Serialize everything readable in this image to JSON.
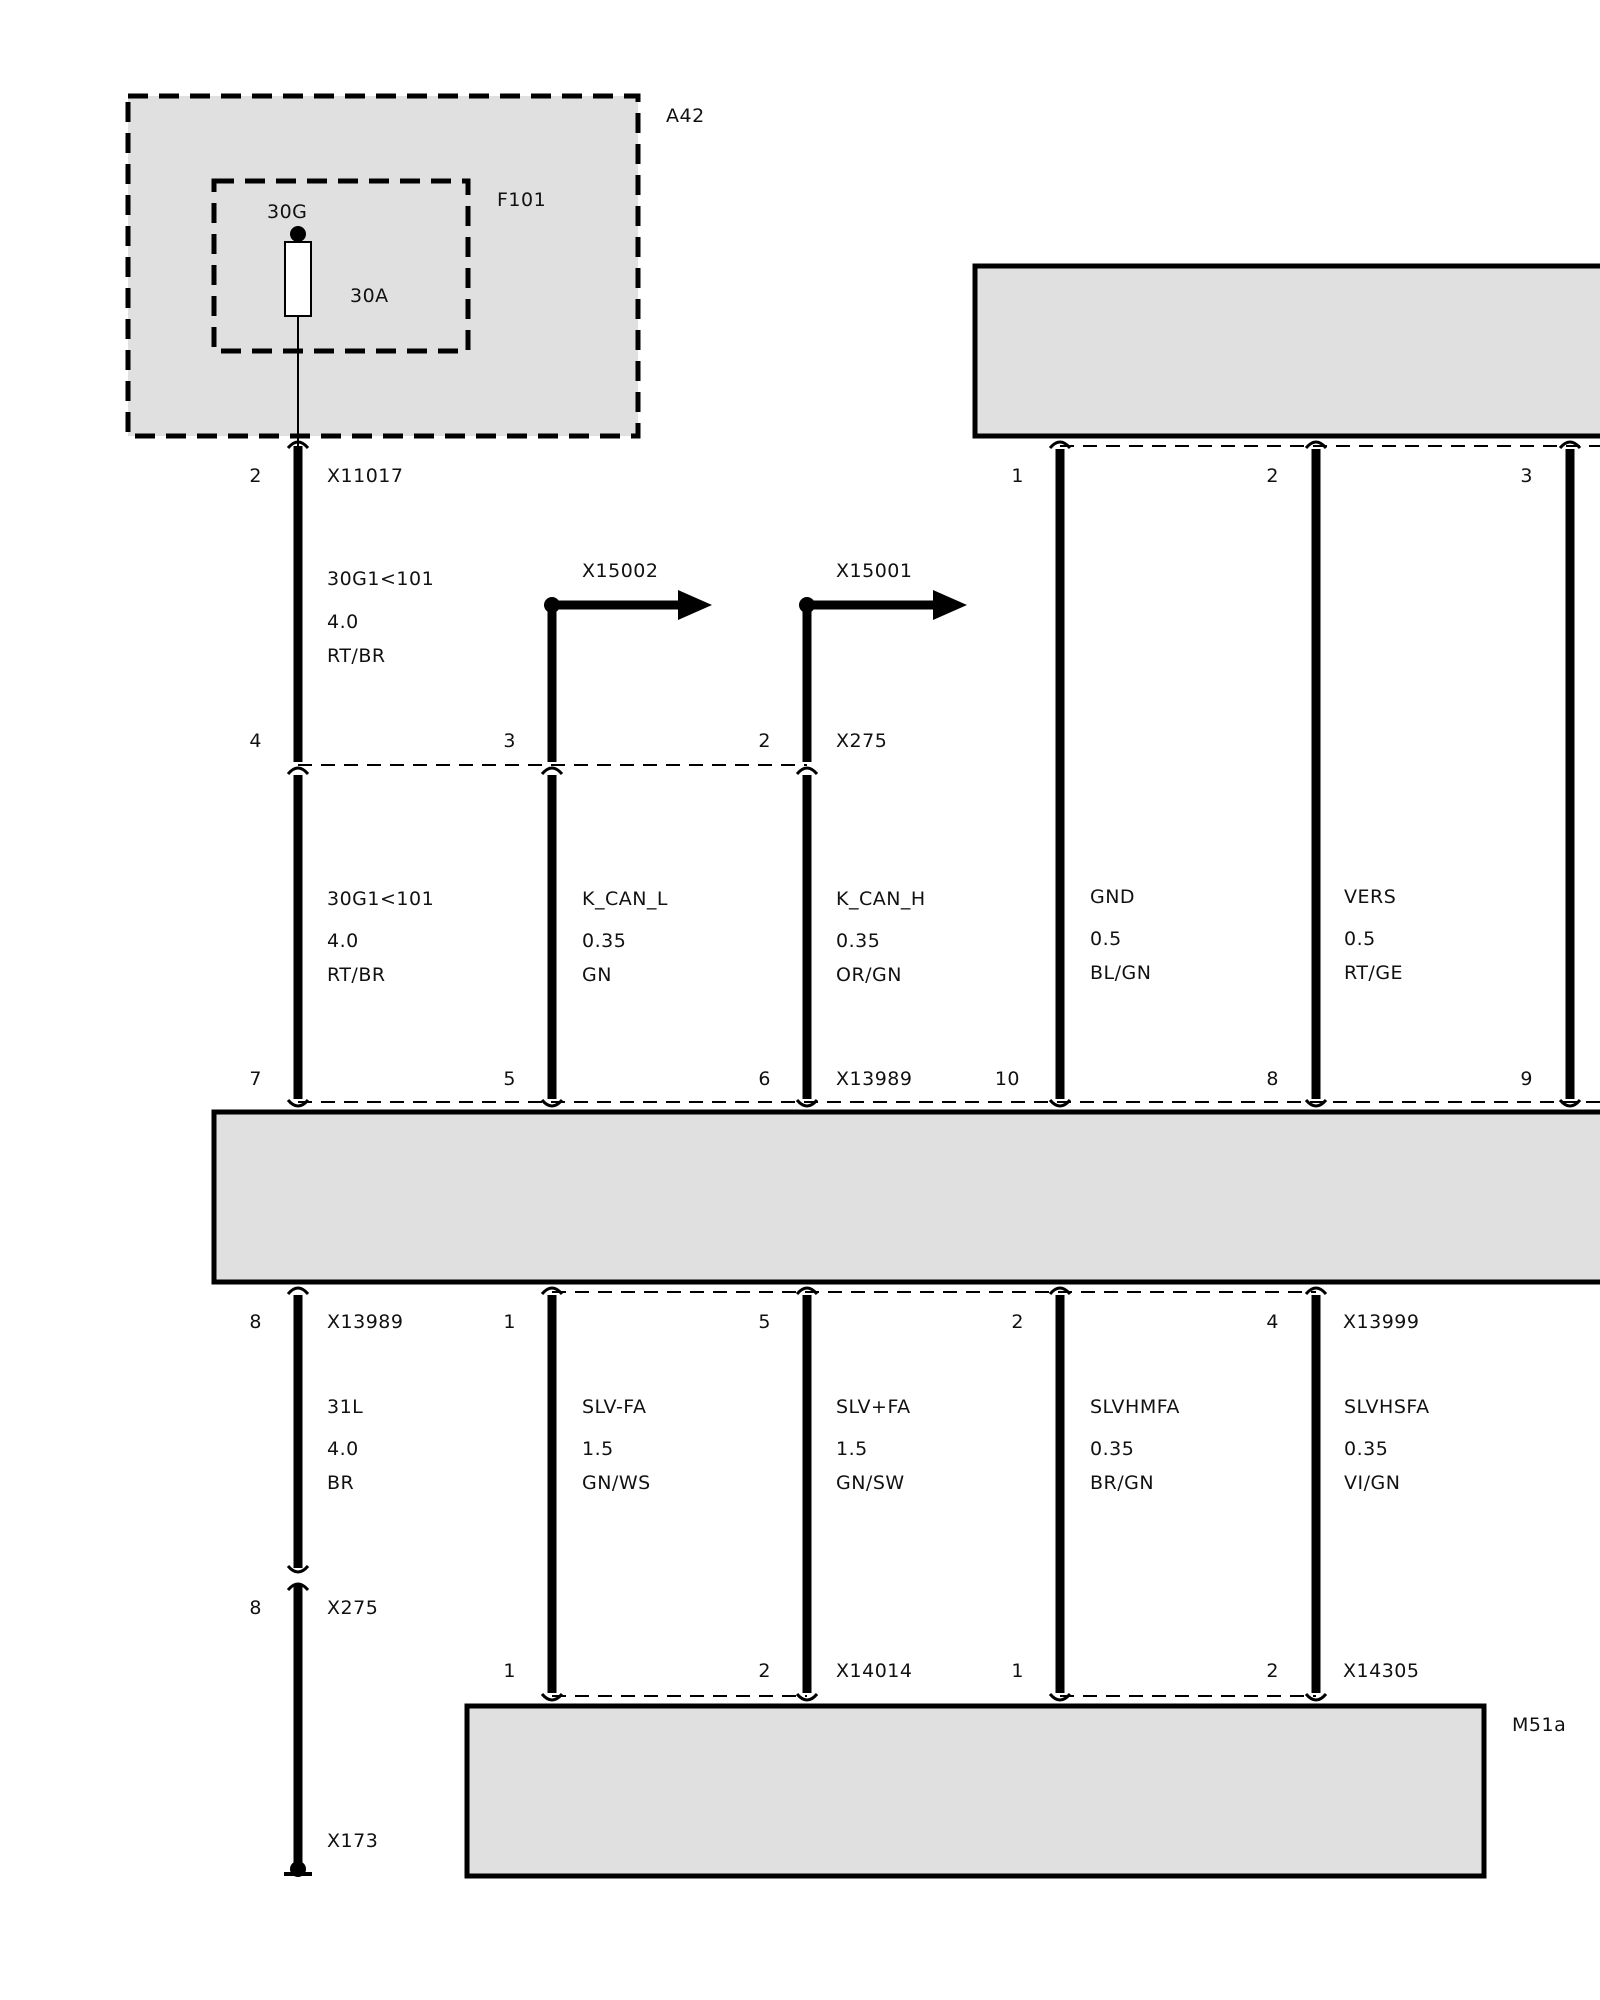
{
  "components": {
    "a42": "A42",
    "f101": "F101",
    "fuse_pin": "30G",
    "fuse_rating": "30A",
    "m51a": "M51a"
  },
  "connectors": {
    "x11017": "X11017",
    "x15002": "X15002",
    "x15001": "X15001",
    "x275_upper": "X275",
    "x13989_upper": "X13989",
    "x13989_lower": "X13989",
    "x13999": "X13999",
    "x275_lower": "X275",
    "x14014": "X14014",
    "x14305": "X14305",
    "x173": "X173"
  },
  "pins": {
    "x11017_2": "2",
    "x275_4": "4",
    "x275_3": "3",
    "x275_2": "2",
    "top_1": "1",
    "top_2": "2",
    "top_3": "3",
    "x13989_7": "7",
    "x13989_5": "5",
    "x13989_6": "6",
    "x13989_10": "10",
    "x13989_8": "8",
    "x13989_9": "9",
    "lower_8": "8",
    "x13999_1": "1",
    "x13999_5": "5",
    "x13999_2": "2",
    "x13999_4": "4",
    "x275_8": "8",
    "x14014_1": "1",
    "x14014_2": "2",
    "x14305_1": "1",
    "x14305_2": "2"
  },
  "wires": {
    "w1": {
      "signal": "30G1<101",
      "gauge": "4.0",
      "color": "RT/BR"
    },
    "w2": {
      "signal": "30G1<101",
      "gauge": "4.0",
      "color": "RT/BR"
    },
    "k_can_l": {
      "signal": "K_CAN_L",
      "gauge": "0.35",
      "color": "GN"
    },
    "k_can_h": {
      "signal": "K_CAN_H",
      "gauge": "0.35",
      "color": "OR/GN"
    },
    "gnd": {
      "signal": "GND",
      "gauge": "0.5",
      "color": "BL/GN"
    },
    "vers": {
      "signal": "VERS",
      "gauge": "0.5",
      "color": "RT/GE"
    },
    "ground": {
      "signal": "31L",
      "gauge": "4.0",
      "color": "BR"
    },
    "slv_minus": {
      "signal": "SLV-FA",
      "gauge": "1.5",
      "color": "GN/WS"
    },
    "slv_plus": {
      "signal": "SLV+FA",
      "gauge": "1.5",
      "color": "GN/SW"
    },
    "slvhm": {
      "signal": "SLVHMFA",
      "gauge": "0.35",
      "color": "BR/GN"
    },
    "slvhs": {
      "signal": "SLVHSFA",
      "gauge": "0.35",
      "color": "VI/GN"
    }
  },
  "colors": {
    "module_fill": "#e0e0e0",
    "wire": "#000000",
    "text": "#111111"
  }
}
